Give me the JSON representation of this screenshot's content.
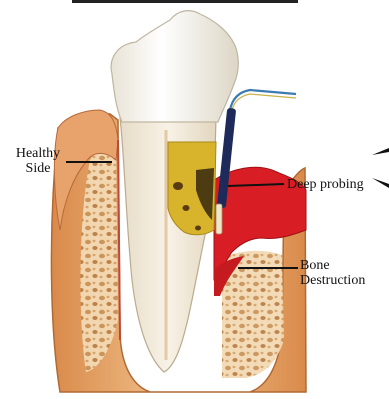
{
  "labels": {
    "healthy_side_line1": "Healthy",
    "healthy_side_line2": "Side",
    "deep_probing": "Deep probing",
    "bone_destruction_line1": "Bone",
    "bone_destruction_line2": "Destruction"
  },
  "colors": {
    "enamel": "#f7f3ea",
    "root": "#efe6d4",
    "bone_outer": "#e7b37a",
    "bone_inner": "#f3dcc0",
    "gum": "#e0a070",
    "inflamed_gum": "#d81e24",
    "plaque": "#d9b62e",
    "probe_metal": "#1d2a5a",
    "probe_tip": "#f0e6c8",
    "probe_wire": "#3c7ab0",
    "leader_line": "#111111"
  }
}
